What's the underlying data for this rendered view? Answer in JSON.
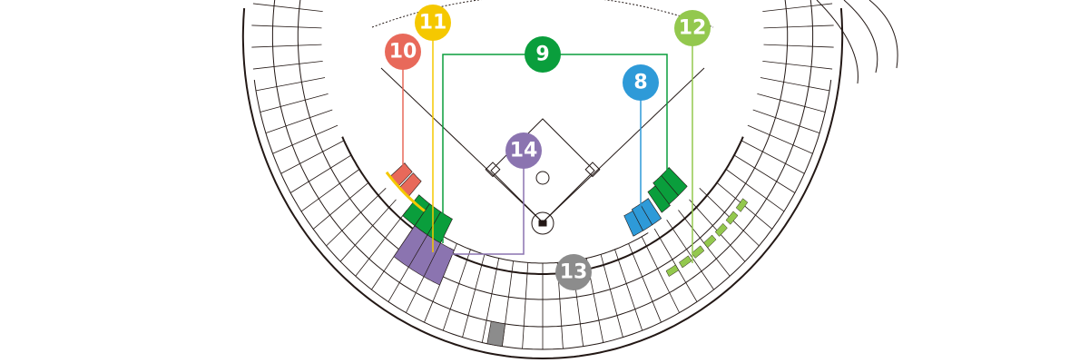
{
  "title": "Stadium seating map",
  "colors": {
    "line": "#231815",
    "section_8": "#2e9ad8",
    "section_9": "#0a9e3c",
    "section_10": "#e8695a",
    "section_11": "#f5c800",
    "section_12": "#93c84e",
    "section_13": "#8c8c8c",
    "section_14": "#8b74b0"
  },
  "markers": [
    {
      "id": "8",
      "label": "8",
      "color": "#2e9ad8"
    },
    {
      "id": "9",
      "label": "9",
      "color": "#0a9e3c"
    },
    {
      "id": "10",
      "label": "10",
      "color": "#e8695a"
    },
    {
      "id": "11",
      "label": "11",
      "color": "#f5c800"
    },
    {
      "id": "12",
      "label": "12",
      "color": "#93c84e"
    },
    {
      "id": "13",
      "label": "13",
      "color": "#8c8c8c"
    },
    {
      "id": "14",
      "label": "14",
      "color": "#8b74b0"
    }
  ]
}
